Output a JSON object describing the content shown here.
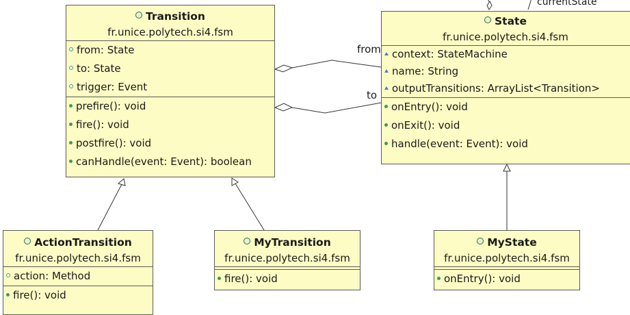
{
  "classes": {
    "transition": {
      "name": "Transition",
      "package": "fr.unice.polytech.si4.fsm",
      "attributes": [
        "from: State",
        "to: State",
        "trigger: Event"
      ],
      "operations": [
        "prefire(): void",
        "fire(): void",
        "postfire(): void",
        "canHandle(event: Event): boolean"
      ]
    },
    "state": {
      "name": "State",
      "package": "fr.unice.polytech.si4.fsm",
      "attributes": [
        "context: StateMachine",
        "name: String",
        "outputTransitions: ArrayList<Transition>"
      ],
      "operations": [
        "onEntry(): void",
        "onExit(): void",
        "handle(event: Event): void"
      ]
    },
    "action_transition": {
      "name": "ActionTransition",
      "package": "fr.unice.polytech.si4.fsm",
      "attributes": [
        "action: Method"
      ],
      "operations": [
        "fire(): void"
      ]
    },
    "my_transition": {
      "name": "MyTransition",
      "package": "fr.unice.polytech.si4.fsm",
      "attributes": [],
      "operations": [
        "fire(): void"
      ]
    },
    "my_state": {
      "name": "MyState",
      "package": "fr.unice.polytech.si4.fsm",
      "attributes": [],
      "operations": [
        "onEntry(): void"
      ]
    }
  },
  "labels": {
    "from": "from",
    "to": "to",
    "current_state": "currentState"
  },
  "colors": {
    "class_fill": "#fdfcc4",
    "border": "#5a5a5a",
    "public_marker": "#3f9a5a",
    "package_marker": "#4a7fc0"
  }
}
